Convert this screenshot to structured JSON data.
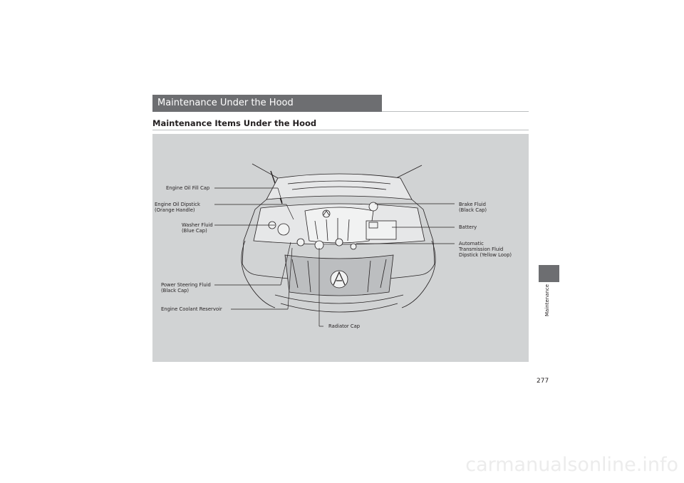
{
  "section": {
    "title": "Maintenance Under the Hood"
  },
  "heading": "Maintenance Items Under the Hood",
  "callouts": {
    "engine_oil_fill_cap": [
      "Engine Oil Fill Cap"
    ],
    "engine_oil_dipstick": [
      "Engine Oil Dipstick",
      "(Orange Handle)"
    ],
    "washer_fluid": [
      "Washer Fluid",
      "(Blue Cap)"
    ],
    "power_steering_fluid": [
      "Power Steering Fluid",
      "(Black Cap)"
    ],
    "engine_coolant_reservoir": [
      "Engine Coolant Reservoir"
    ],
    "radiator_cap": [
      "Radiator Cap"
    ],
    "brake_fluid": [
      "Brake Fluid",
      "(Black Cap)"
    ],
    "battery": [
      "Battery"
    ],
    "automatic_transmission_fluid": [
      "Automatic",
      "Transmission Fluid",
      "Dipstick (Yellow Loop)"
    ]
  },
  "side_tab": {
    "label": "Maintenance"
  },
  "page_number": "277",
  "watermark": "carmanualsonline.info",
  "colors": {
    "section_bar": "#6d6e71",
    "figure_bg": "#d1d3d4",
    "rule": "#bcbec0"
  }
}
